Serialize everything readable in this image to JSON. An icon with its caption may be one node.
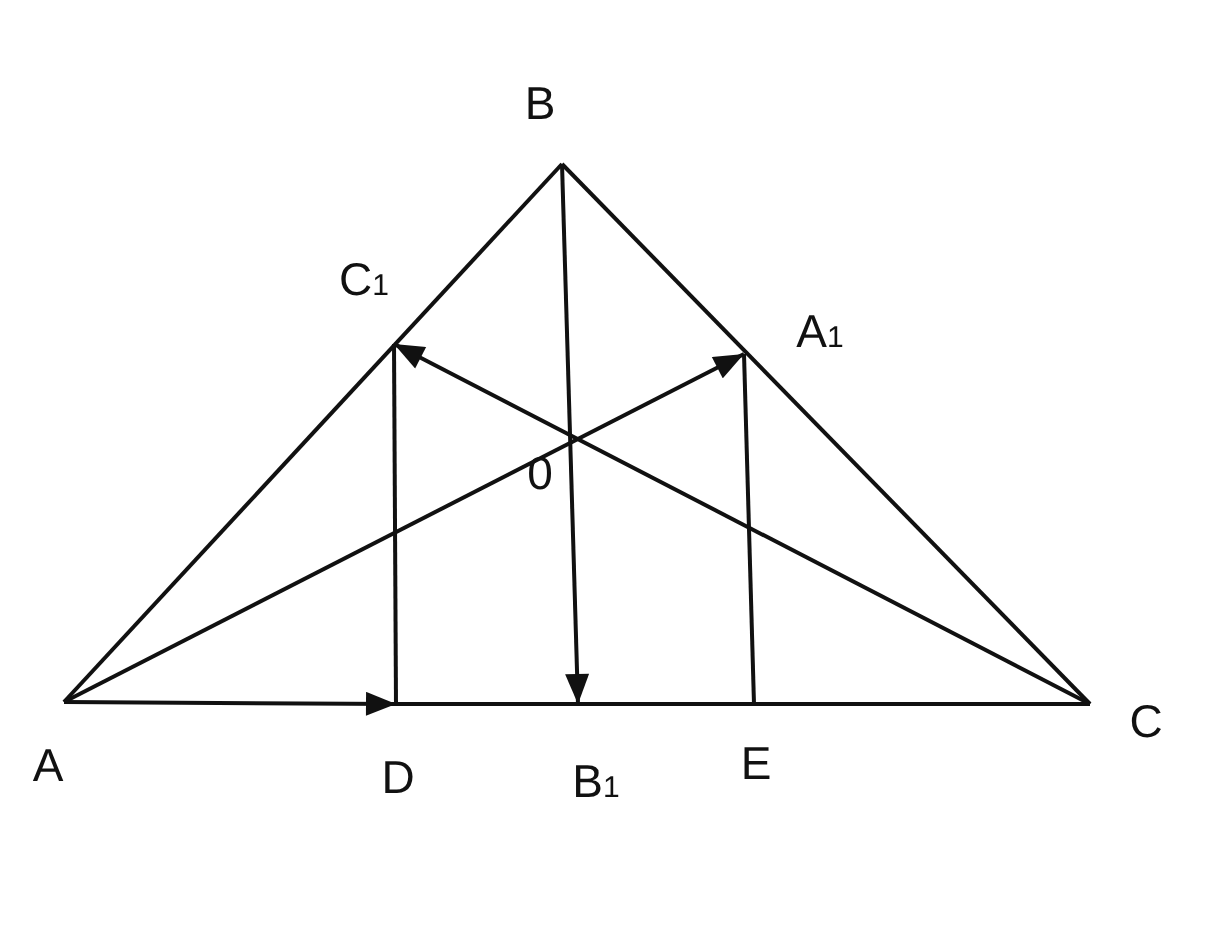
{
  "diagram": {
    "nodes": [
      {
        "text": [
          "A"
        ]
      },
      {
        "text": [
          "B"
        ]
      },
      {
        "text": [
          "C"
        ]
      },
      {
        "text": [
          "C$_{1}$"
        ]
      },
      {
        "text": [
          "A$_{1}$"
        ]
      },
      {
        "text": [
          "D"
        ]
      },
      {
        "text": [
          "B$_{1}$"
        ]
      },
      {
        "text": [
          "E"
        ]
      }
    ],
    "edges": [
      {
        "from": 0,
        "to": 1,
        "arrow": "none"
      },
      {
        "from": 1,
        "to": 2,
        "arrow": "none"
      },
      {
        "from": 0,
        "to": 5,
        "arrow": "to"
      },
      {
        "from": 5,
        "to": 6,
        "arrow": "none"
      },
      {
        "from": 6,
        "to": 7,
        "arrow": "none"
      },
      {
        "from": 7,
        "to": 2,
        "arrow": "none"
      },
      {
        "from": 0,
        "to": 4,
        "arrow": "to"
      },
      {
        "from": 2,
        "to": 3,
        "arrow": "to"
      },
      {
        "from": 1,
        "to": 6,
        "arrow": "to"
      },
      {
        "from": 3,
        "to": 5,
        "arrow": "none"
      },
      {
        "from": 4,
        "to": 7,
        "arrow": "none"
      }
    ],
    "labels": [
      "0"
    ]
  }
}
